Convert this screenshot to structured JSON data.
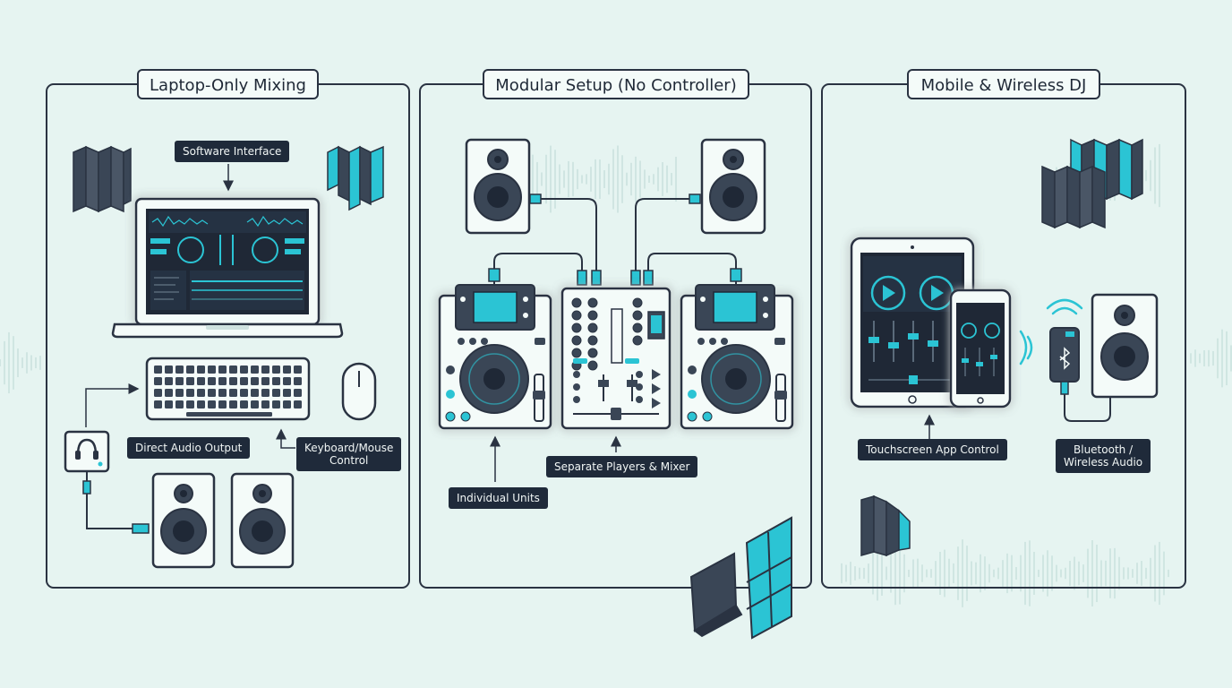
{
  "panels": {
    "laptop": {
      "title": "Laptop-Only Mixing"
    },
    "modular": {
      "title": "Modular Setup (No Controller)"
    },
    "mobile": {
      "title": "Mobile & Wireless DJ"
    }
  },
  "labels": {
    "software_interface": "Software Interface",
    "direct_audio_output": "Direct Audio Output",
    "keyboard_mouse_line1": "Keyboard/Mouse",
    "keyboard_mouse_line2": "Control",
    "individual_units": "Individual Units",
    "separate_players_mixer": "Separate Players & Mixer",
    "touchscreen_app_control": "Touchscreen App Control",
    "bluetooth_line1": "Bluetooth /",
    "bluetooth_line2": "Wireless Audio"
  },
  "colors": {
    "background": "#e6f4f1",
    "outline": "#2a3342",
    "accent": "#2bc4d4",
    "dark_fill": "#3a4656",
    "label_bg": "#1f2a3a"
  }
}
